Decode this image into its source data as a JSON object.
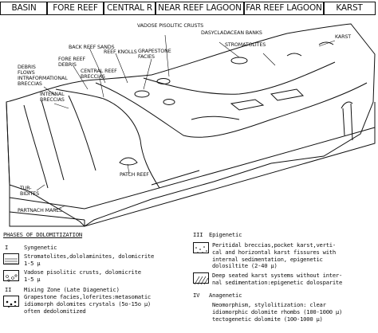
{
  "header": {
    "zones": [
      "BASIN",
      "FORE REEF",
      "CENTRAL R",
      "NEAR REEF LAGOON",
      "FAR REEF LAGOON",
      "KARST"
    ]
  },
  "diagram": {
    "labels": {
      "vadose_crusts": "VADOSE PISOLITIC CRUSTS",
      "dasycladacean": "DASYCLADACEAN BANKS",
      "stromatolites": "STROMATOLITES",
      "karst": "KARST",
      "back_reef_sands": "BACK REEF SANDS",
      "reef_knolls": "REEF KNOLLS",
      "grapestone": "GRAPESTONE\nFACIES",
      "fore_reef_debris": "FORE REEF\nDEBRIS",
      "central_reef_breccias": "CENTRAL REEF\nBRECCIAS",
      "debris_flows": "DEBRIS\nFLOWS",
      "intraformational": "INTRAFORMATIONAL\nBRECCIAS",
      "internal_breccias": "INTERNAL\nBRECCIAS",
      "patch_reef": "PATCH REEF",
      "turbidites": "TUR-\nBIDITES",
      "partnach": "PARTNACH MARLS"
    }
  },
  "legend": {
    "heading": "PHASES OF DOLOMITIZATION",
    "phase1": {
      "num": "I",
      "title": "Syngenetic"
    },
    "item1": "Stromatolites,dololaminites, dolomicrite\n1-5 μ",
    "item2": "Vadose pisolitic crusts, dolomicrite\n1-5 μ",
    "phase2": {
      "num": "II",
      "title": "Mixing Zone (Late Diagenetic)"
    },
    "item3": "Grapestone facies,loferites:metasomatic\nidiomorph dolomites crystals (5o-15o μ)\noften dedolomitized",
    "phase3": {
      "num": "III",
      "title": "Epigenetic"
    },
    "item4": "Peritidal breccias,pocket karst,verti-\ncal and horizontal karst fissures with\ninternal sedimentation, epigenetic\ndolosiltite (2-40 μ)",
    "item5": "Deep seated karst systems without inter-\nnal sedimentation:epigenetic dolosparite",
    "phase4": {
      "num": "IV",
      "title": "Anagenetic"
    },
    "item6": "Neomorphism, stylolitization: clear\nidiomorphic dolomite rhombs (100-1000 μ)\ntectogenetic dolomite (100-1000 μ)"
  }
}
